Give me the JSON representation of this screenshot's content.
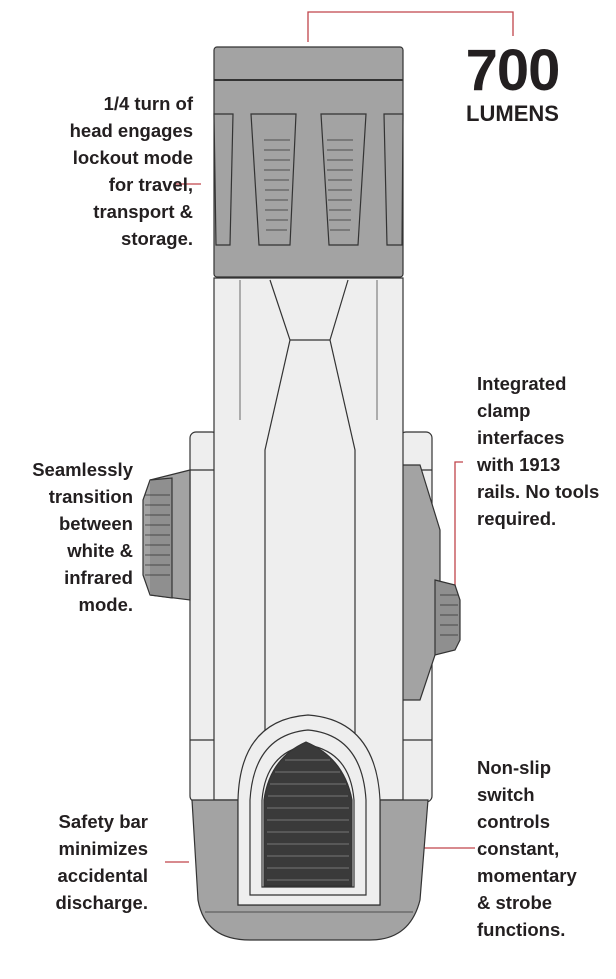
{
  "lumens": {
    "value": "700",
    "unit": "LUMENS"
  },
  "callouts": {
    "head": "1/4 turn of\nhead engages\nlockout mode\nfor travel,\ntransport &\nstorage.",
    "mode": "Seamlessly\ntransition\nbetween\nwhite &\ninfrared\nmode.",
    "safety": "Safety bar\nminimizes\naccidental\ndischarge.",
    "clamp": "Integrated\nclamp\ninterfaces\nwith 1913\nrails. No tools\nrequired.",
    "switch": "Non-slip\nswitch\ncontrols\nconstant,\nmomentary\n& strobe\nfunctions."
  },
  "colors": {
    "leader": "#c0444a",
    "text": "#231f20",
    "dark_part": "#a3a3a3",
    "light_part": "#eeeeee"
  }
}
